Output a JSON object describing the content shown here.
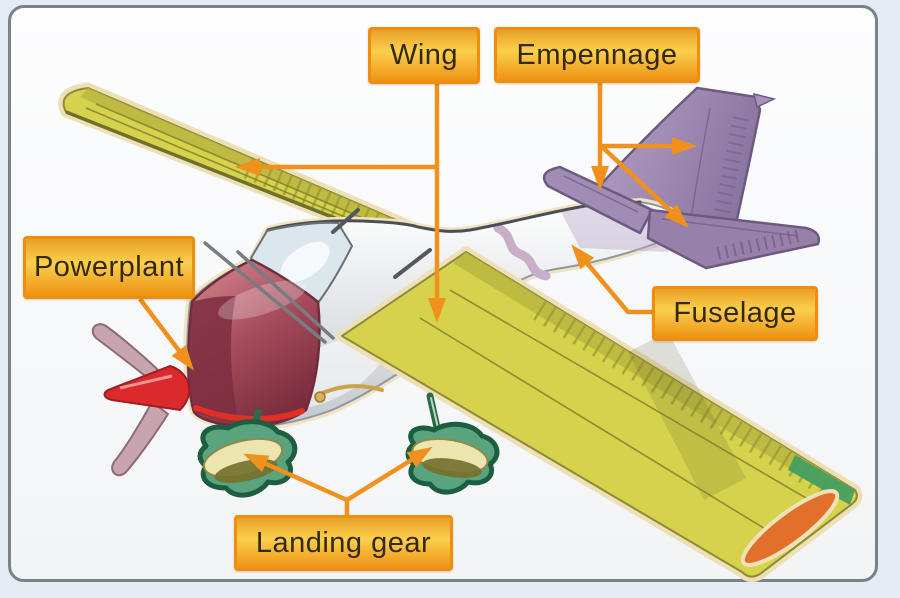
{
  "colors": {
    "outer_bg": "#e4ebf2",
    "panel_bg_top": "#fdfdfe",
    "panel_bg_bottom": "#f2f4f6",
    "panel_border": "#79828b",
    "label_border": "#ef8d0e",
    "label_grad_top": "#e8a127",
    "label_grad_mid": "#fbcf4d",
    "label_grad_bottom": "#ee9314",
    "label_text": "#33290f",
    "arrow": "#f0911d",
    "wing_fill": "#d6d24c",
    "wing_outline": "#8f8a3a",
    "wing_glow": "#eee0b6",
    "empennage_fill": "#a18cb4",
    "empennage_outline": "#6d5a80",
    "fuselage_light": "#ffffff",
    "fuselage_dark": "#c3c9cf",
    "fuselage_edge": "#4b4f55",
    "cowling_light": "#d98a93",
    "cowling_dark": "#7c2e3f",
    "nose_stripe_red": "#e03026",
    "spinner_red": "#dc2a2c",
    "propeller_fill": "#c8a5ae",
    "gear_green": "#5aa37f",
    "gear_outline": "#1d5e40",
    "wheel_pant": "#ece5b0"
  },
  "labels": [
    {
      "id": "wing",
      "text": "Wing"
    },
    {
      "id": "empennage",
      "text": "Empennage"
    },
    {
      "id": "powerplant",
      "text": "Powerplant"
    },
    {
      "id": "fuselage",
      "text": "Fuselage"
    },
    {
      "id": "landing_gear",
      "text": "Landing gear"
    }
  ]
}
